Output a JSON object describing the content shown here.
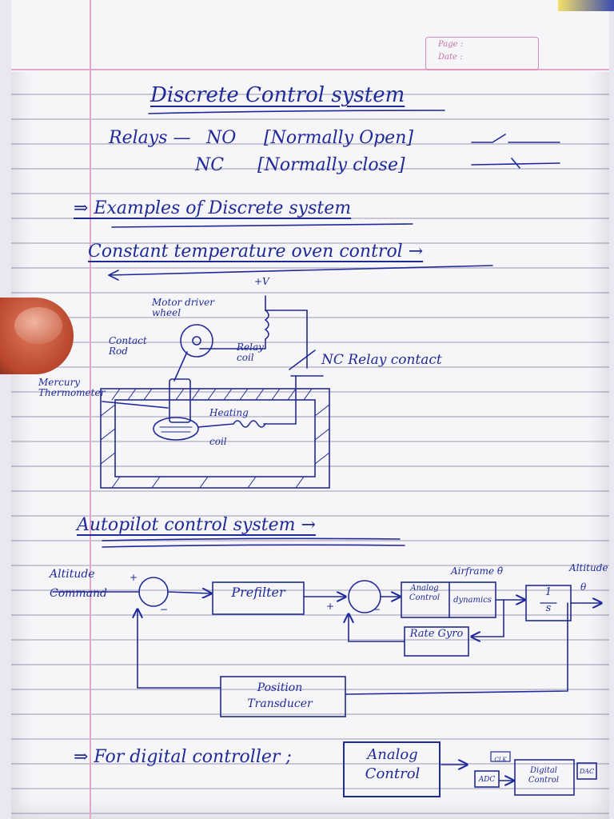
{
  "header": {
    "page_label": "Page :",
    "date_label": "Date :"
  },
  "title": "Discrete Control system",
  "relays": {
    "label": "Relays —",
    "no": "NO",
    "no_desc": "[Normally Open]",
    "nc": "NC",
    "nc_desc": "[Normally close]"
  },
  "examples_heading": "⇒ Examples of Discrete system",
  "oven": {
    "heading": "Constant temperature oven control →",
    "supply": "+V",
    "motor": "Motor driver wheel",
    "contact_rod": "Contact Rod",
    "relay_coil": "Relay coil",
    "nc_contact": "NC Relay contact",
    "mercury": "Mercury Thermometer",
    "heating": "Heating",
    "coil": "coil"
  },
  "autopilot": {
    "heading": "Autopilot control system →",
    "altitude_command": "Altitude Command",
    "prefilter": "Prefilter",
    "analog_control": "Analog Control",
    "dynamics": "dynamics",
    "airframe": "Airframe θ̇",
    "integrator_num": "1",
    "integrator_den": "s",
    "altitude_out": "Altitude",
    "theta": "θ",
    "rate_gyro": "Rate Gyro",
    "position_transducer": "Position Transducer",
    "plus": "+",
    "minus": "−"
  },
  "digital": {
    "label": "⇒ For digital controller ;",
    "analog_control": "Analog Control",
    "adc": "ADC",
    "digital_control": "Digital Control",
    "dac": "DAC",
    "clock": "CLK"
  }
}
